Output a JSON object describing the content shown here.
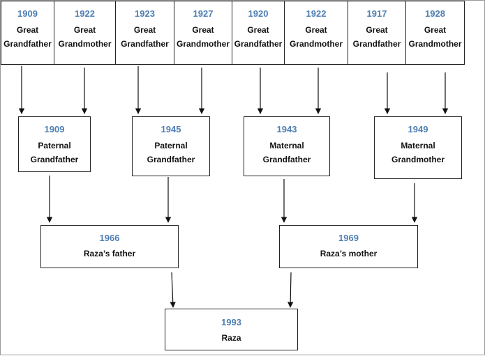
{
  "great_grandparents": [
    {
      "year": "1909",
      "line1": "Great",
      "line2": "Grandfather"
    },
    {
      "year": "1922",
      "line1": "Great",
      "line2": "Grandmother"
    },
    {
      "year": "1923",
      "line1": "Great",
      "line2": "Grandfather"
    },
    {
      "year": "1927",
      "line1": "Great",
      "line2": "Grandmother"
    },
    {
      "year": "1920",
      "line1": "Great",
      "line2": "Grandfather"
    },
    {
      "year": "1922",
      "line1": "Great",
      "line2": "Grandmother"
    },
    {
      "year": "1917",
      "line1": "Great",
      "line2": "Grandfather"
    },
    {
      "year": "1928",
      "line1": "Great",
      "line2": "Grandmother"
    }
  ],
  "grandparents": [
    {
      "year": "1909",
      "line1": "Paternal",
      "line2": "Grandfather"
    },
    {
      "year": "1945",
      "line1": "Paternal",
      "line2": "Grandfather"
    },
    {
      "year": "1943",
      "line1": "Maternal",
      "line2": "Grandfather"
    },
    {
      "year": "1949",
      "line1": "Maternal",
      "line2": "Grandmother"
    }
  ],
  "parents": [
    {
      "year": "1966",
      "label": "Raza’s father"
    },
    {
      "year": "1969",
      "label": "Raza’s mother"
    }
  ],
  "child": {
    "year": "1993",
    "label": "Raza"
  },
  "colors": {
    "year": "#4f7fb3",
    "text": "#111111",
    "border": "#222222",
    "arrow": "#111111"
  }
}
